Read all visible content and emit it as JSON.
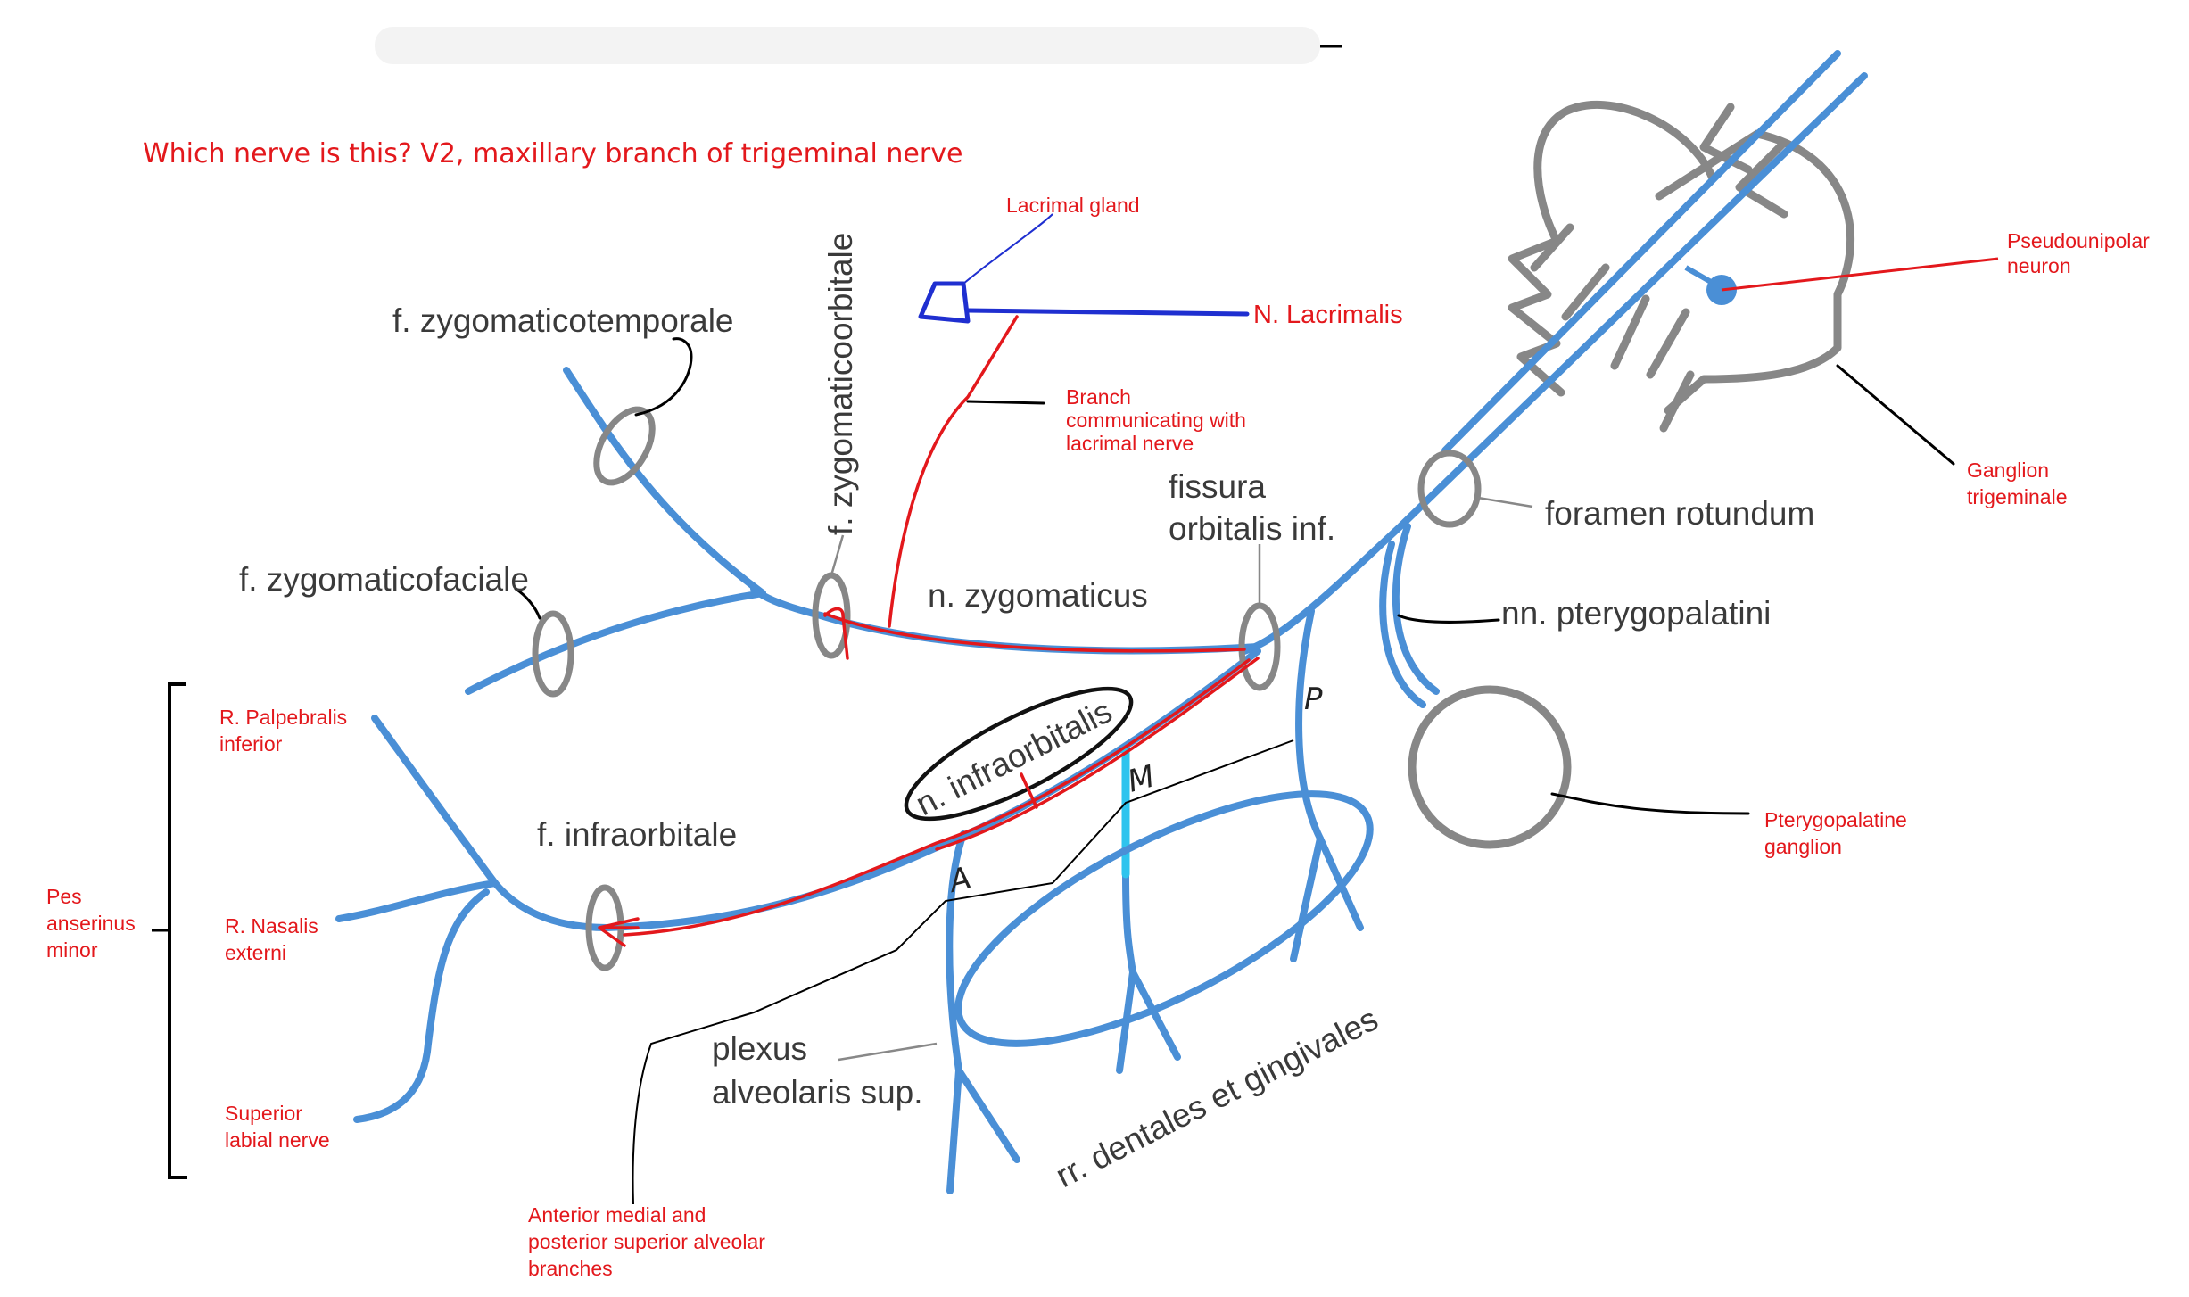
{
  "question": "Which nerve is this? V2, maxillary branch of trigeminal nerve",
  "labels": {
    "f_zygomaticotemporale": "f. zygomaticotemporale",
    "f_zygomaticoorbitale": "f. zygomaticoorbitale",
    "f_zygomaticofaciale": "f. zygomaticofaciale",
    "n_zygomaticus": "n. zygomaticus",
    "fissura_1": "fissura",
    "fissura_2": "orbitalis inf.",
    "foramen_rotundum": "foramen rotundum",
    "nn_pterygopalatini": "nn. pterygopalatini",
    "n_infraorbitalis": "n. infraorbitalis",
    "f_infraorbitale": "f. infraorbitale",
    "plexus_1": "plexus",
    "plexus_2": "alveolaris sup.",
    "rr_dentales": "rr. dentales et gingivales"
  },
  "annotations": {
    "lacrimal_gland": "Lacrimal gland",
    "n_lacrimalis": "N. Lacrimalis",
    "branch_comm_1": "Branch",
    "branch_comm_2": "communicating with",
    "branch_comm_3": "lacrimal nerve",
    "pseudounipolar_1": "Pseudounipolar",
    "pseudounipolar_2": "neuron",
    "ganglion_trig_1": "Ganglion",
    "ganglion_trig_2": "trigeminale",
    "pterygopalatine_1": "Pterygopalatine",
    "pterygopalatine_2": "ganglion",
    "r_palpebralis_1": "R. Palpebralis",
    "r_palpebralis_2": "inferior",
    "r_nasalis_1": "R. Nasalis",
    "r_nasalis_2": "externi",
    "superior_labial_1": "Superior",
    "superior_labial_2": "labial nerve",
    "pes_anserinus_1": "Pes",
    "pes_anserinus_2": "anserinus",
    "pes_anserinus_3": "minor",
    "anterior_medial_1": "Anterior medial and",
    "anterior_medial_2": "posterior superior alveolar",
    "anterior_medial_3": "branches"
  },
  "handwritten": {
    "p": "P",
    "m": "M",
    "a": "A"
  },
  "colors": {
    "nerve": "#4a8fd6",
    "structure": "#878787",
    "annotation": "#e3181c",
    "lacrimal": "#1f2fd0",
    "middle_branch": "#2ec4ee"
  }
}
